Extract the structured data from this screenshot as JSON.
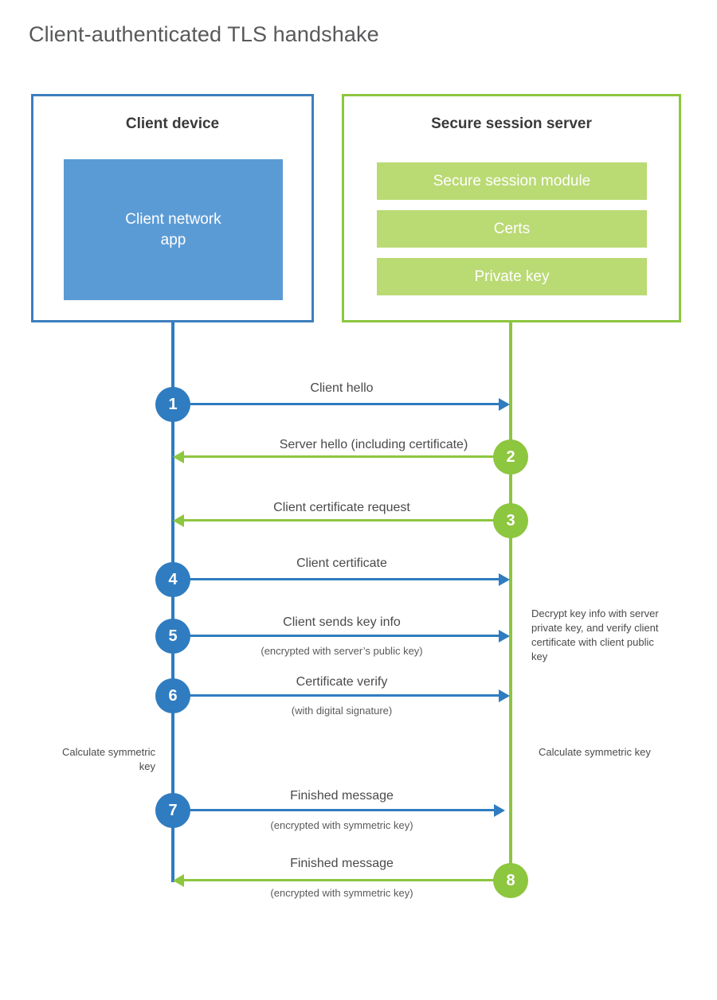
{
  "title": "Client-authenticated TLS handshake",
  "colors": {
    "client_accent": "#2f7cc0",
    "client_box_border": "#3d7ebd",
    "client_app_fill": "#5b9bd5",
    "server_accent": "#8dc63f",
    "server_bar_fill": "#bada74",
    "text": "#4a4a4a",
    "title_text": "#58595b",
    "background": "#ffffff"
  },
  "client": {
    "title": "Client device",
    "app_label": "Client network\napp",
    "app_label_line1": "Client network",
    "app_label_line2": "app"
  },
  "server": {
    "title": "Secure session server",
    "components": [
      {
        "label": "Secure session module"
      },
      {
        "label": "Certs"
      },
      {
        "label": "Private key"
      }
    ]
  },
  "steps": [
    {
      "number": "1",
      "label": "Client hello",
      "sublabel": "",
      "direction": "client-to-server",
      "color": "blue"
    },
    {
      "number": "2",
      "label": "Server hello (including certificate)",
      "sublabel": "",
      "direction": "server-to-client",
      "color": "green"
    },
    {
      "number": "3",
      "label": "Client certificate request",
      "sublabel": "",
      "direction": "server-to-client",
      "color": "green"
    },
    {
      "number": "4",
      "label": "Client certificate",
      "sublabel": "",
      "direction": "client-to-server",
      "color": "blue"
    },
    {
      "number": "5",
      "label": "Client sends key info",
      "sublabel": "(encrypted with server’s public key)",
      "direction": "client-to-server",
      "color": "blue"
    },
    {
      "number": "6",
      "label": "Certificate verify",
      "sublabel": "(with digital signature)",
      "direction": "client-to-server",
      "color": "blue"
    },
    {
      "number": "7",
      "label": "Finished message",
      "sublabel": "(encrypted with symmetric key)",
      "direction": "client-to-server",
      "color": "blue"
    },
    {
      "number": "8",
      "label": "Finished message",
      "sublabel": "(encrypted with symmetric key)",
      "direction": "server-to-client",
      "color": "green"
    }
  ],
  "notes": {
    "server_decrypt": "Decrypt key info with server private key, and verify client certificate with client public key",
    "client_calculate": "Calculate symmetric key",
    "server_calculate": "Calculate symmetric key"
  }
}
